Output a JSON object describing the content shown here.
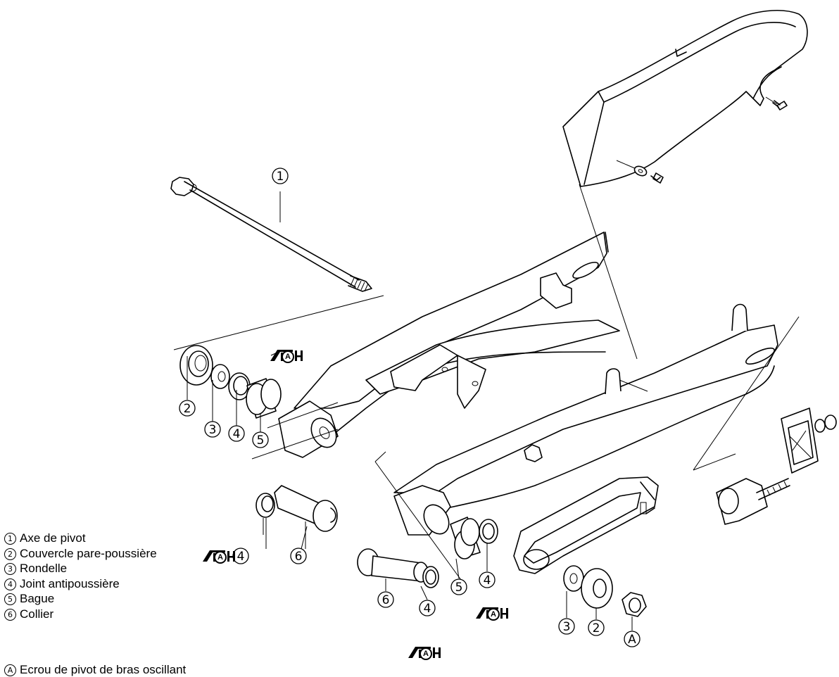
{
  "callouts": {
    "c1": "1",
    "c2": "2",
    "c3": "3",
    "c4": "4",
    "c5": "5",
    "c6": "6",
    "cA": "A"
  },
  "grease_symbol": {
    "letter": "A"
  },
  "legend": {
    "items": [
      {
        "num": "1",
        "label": "Axe de pivot"
      },
      {
        "num": "2",
        "label": "Couvercle pare-poussière"
      },
      {
        "num": "3",
        "label": "Rondelle"
      },
      {
        "num": "4",
        "label": "Joint antipoussière"
      },
      {
        "num": "5",
        "label": "Bague"
      },
      {
        "num": "6",
        "label": "Collier"
      }
    ],
    "note_num": "A",
    "note_label": "Ecrou de pivot de bras oscillant"
  }
}
